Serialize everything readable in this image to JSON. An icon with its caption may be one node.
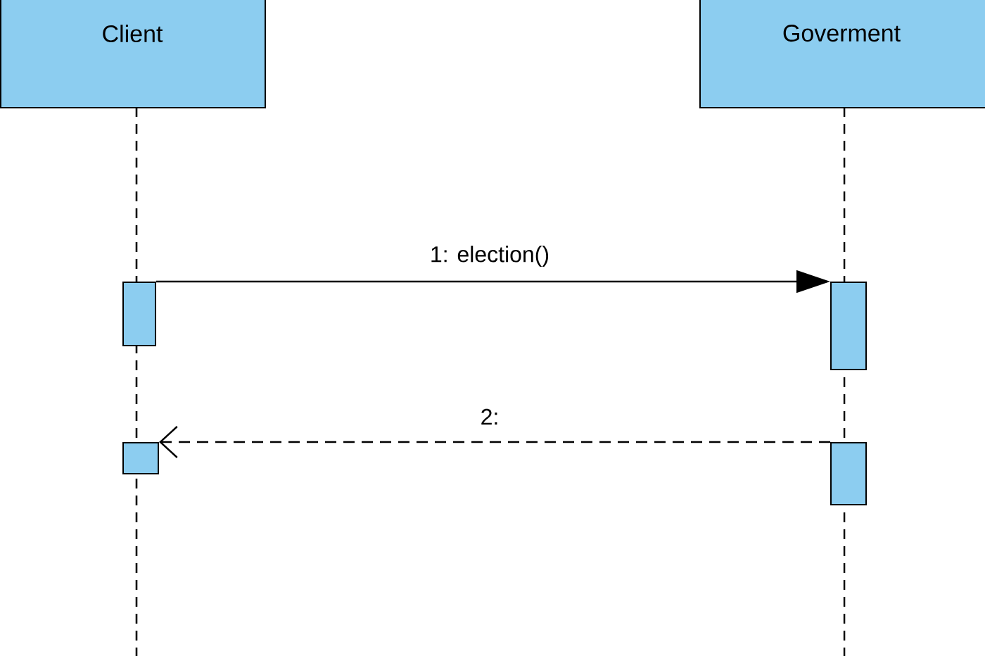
{
  "diagram": {
    "nodes": [
      {
        "text": [
          "Client"
        ]
      },
      {
        "text": [
          "Goverment"
        ]
      },
      {
        "text": [],
        "shape": "bar"
      },
      {
        "text": [],
        "shape": "bar"
      },
      {
        "text": [],
        "shape": "bar"
      },
      {
        "text": [],
        "shape": "bar"
      }
    ],
    "edges": [
      {
        "from": 2,
        "to": 3,
        "arrow": "to",
        "label": "1: election()"
      },
      {
        "from": 5,
        "to": 4,
        "arrow": "to",
        "label": "2:",
        "style": "dashed"
      }
    ]
  }
}
